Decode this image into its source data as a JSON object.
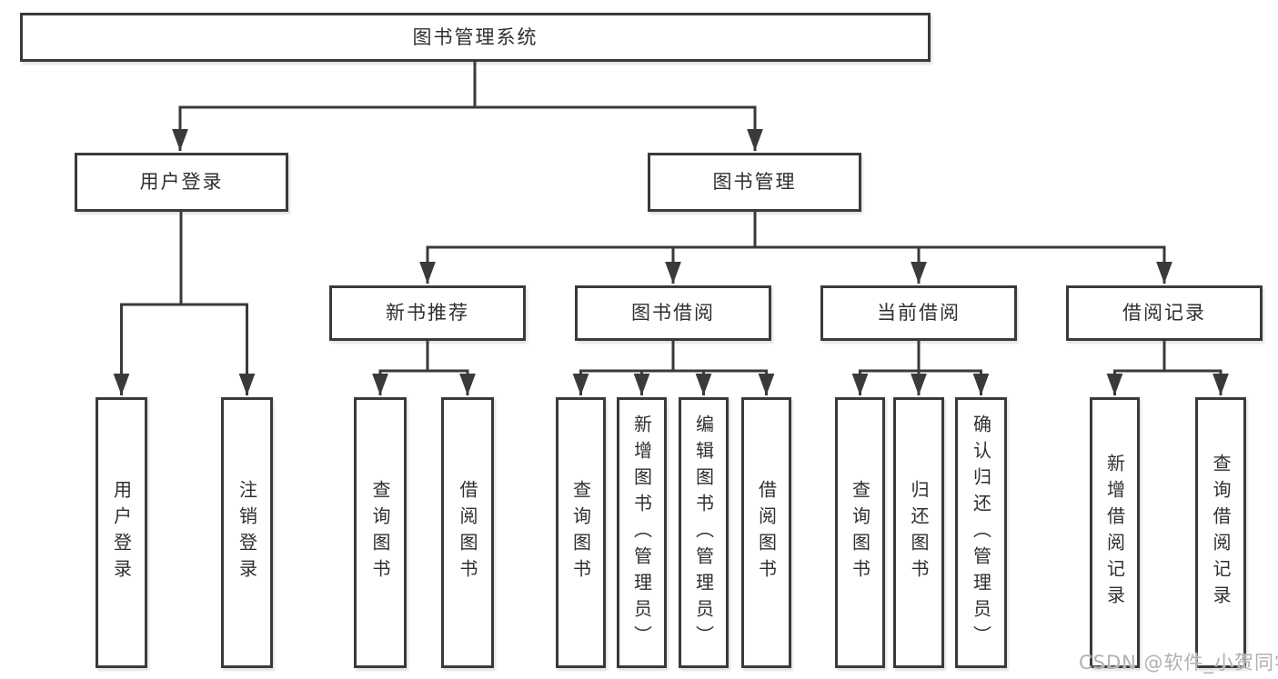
{
  "diagram": {
    "root": {
      "label": "图书管理系统"
    },
    "branches": [
      {
        "label": "用户登录",
        "children": [
          {
            "label": "用户登录"
          },
          {
            "label": "注销登录"
          }
        ]
      },
      {
        "label": "图书管理",
        "children": [
          {
            "label": "新书推荐",
            "children": [
              {
                "label": "查询图书"
              },
              {
                "label": "借阅图书"
              }
            ]
          },
          {
            "label": "图书借阅",
            "children": [
              {
                "label": "查询图书"
              },
              {
                "label": "新增图书（管理员）"
              },
              {
                "label": "编辑图书（管理员）"
              },
              {
                "label": "借阅图书"
              }
            ]
          },
          {
            "label": "当前借阅",
            "children": [
              {
                "label": "查询图书"
              },
              {
                "label": "归还图书"
              },
              {
                "label": "确认归还（管理员）"
              }
            ]
          },
          {
            "label": "借阅记录",
            "children": [
              {
                "label": "新增借阅记录"
              },
              {
                "label": "查询借阅记录"
              }
            ]
          }
        ]
      }
    ]
  },
  "watermark": {
    "text": "CSDN @软件_小贺同学"
  },
  "colors": {
    "line": "#3a3a3a",
    "box_border": "#3a3a3a",
    "text": "#2f2f2f",
    "watermark": "#b1b1b1",
    "background": "#ffffff"
  }
}
